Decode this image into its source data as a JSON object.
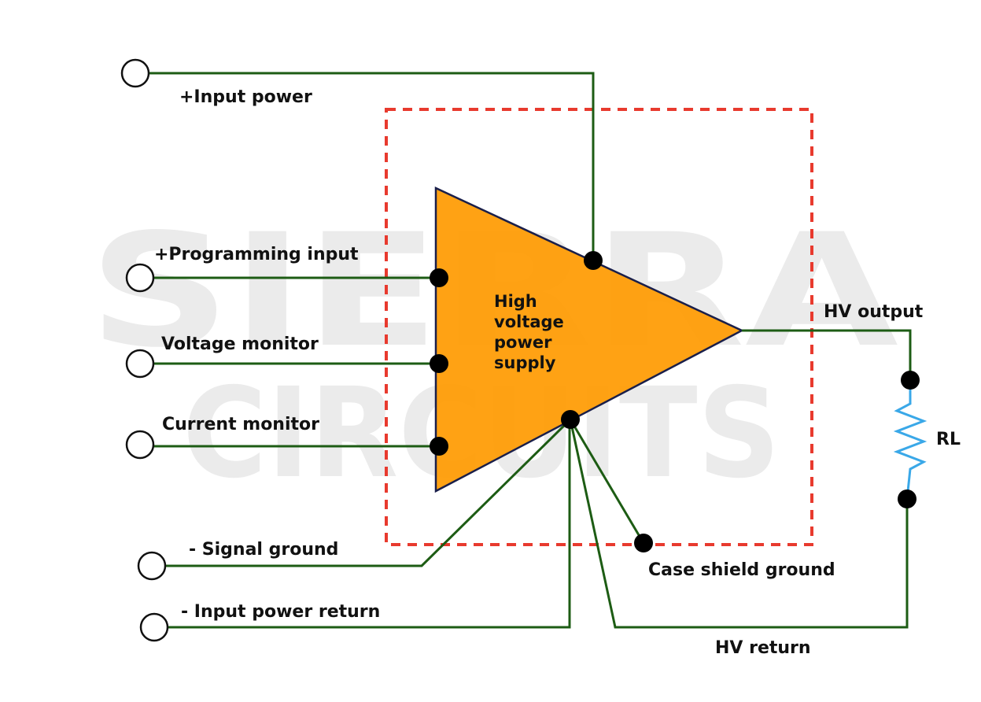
{
  "watermark": {
    "line1": "SIERRA",
    "line2": "CIRCUITS"
  },
  "amplifier": {
    "line1": "High",
    "line2": "voltage",
    "line3": "power",
    "line4": "supply"
  },
  "labels": {
    "input_power": "+Input power",
    "programming_input": "+Programming input",
    "voltage_monitor": "Voltage monitor",
    "current_monitor": "Current monitor",
    "signal_ground": "- Signal ground",
    "input_power_return": "- Input power return",
    "case_shield_ground": "Case shield ground",
    "hv_output": "HV output",
    "hv_return": "HV return",
    "load_resistor": "RL"
  },
  "colors": {
    "wire": "#1d5c14",
    "amplifier_fill": "#ff9a00",
    "enclosure_border": "#e83a2e",
    "resistor": "#3aa8e8",
    "node": "#000000"
  }
}
